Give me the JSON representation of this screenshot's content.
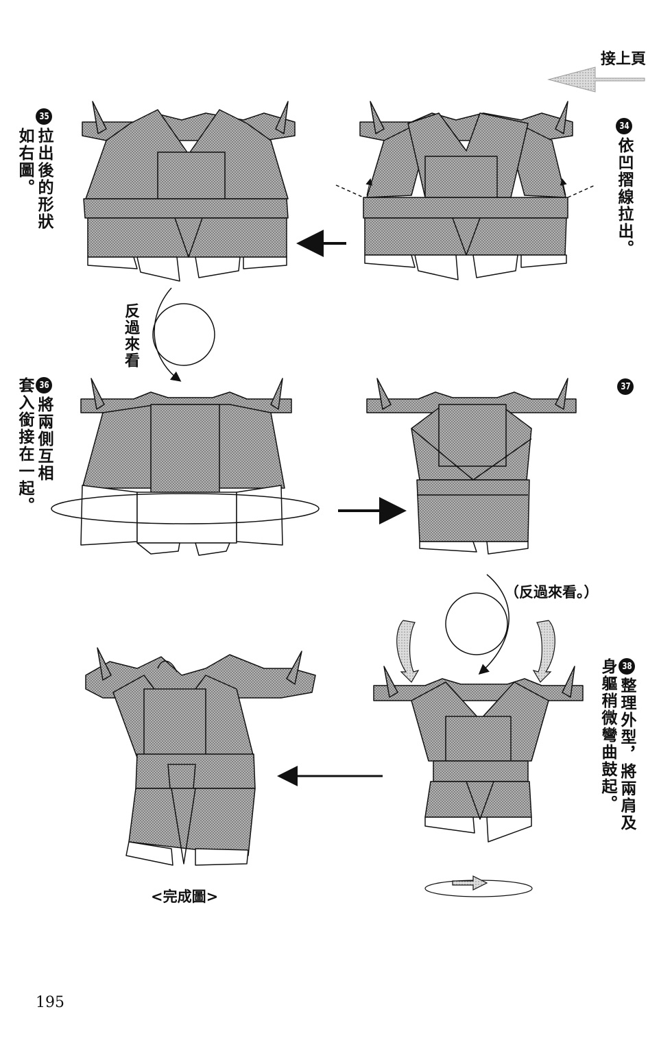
{
  "header": {
    "continued_label": "接上頁"
  },
  "steps": [
    {
      "number": "34",
      "caption": "依凹摺線拉出。"
    },
    {
      "number": "35",
      "caption_lines": [
        "拉出後的形狀",
        "如右圖。"
      ]
    },
    {
      "number": "36",
      "caption_lines": [
        "將兩側互相",
        "套入銜接在一起。"
      ]
    },
    {
      "number": "37",
      "caption": ""
    },
    {
      "number": "38",
      "caption_lines": [
        "整理外型，將兩肩及",
        "身軀稍微彎曲鼓起。"
      ]
    }
  ],
  "turn_over_label": "反過來看",
  "turn_over_label_paren": "（反過來看。）",
  "finished_label": "<完成圖>",
  "page_number": "195",
  "colors": {
    "ink": "#111111",
    "paper": "#ffffff",
    "screen": "#9a9a9a"
  }
}
